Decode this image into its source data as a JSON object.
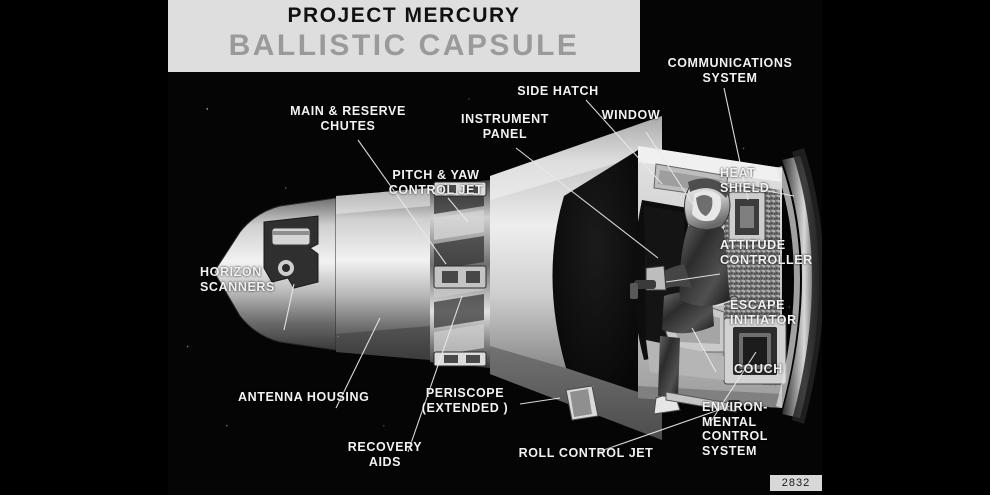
{
  "image": {
    "title_line1": "PROJECT MERCURY",
    "title_line2": "BALLISTIC CAPSULE",
    "negative_number": "2832",
    "background_color": "#000000",
    "banner_color": "#dedede",
    "label_color": "#f2f2f2",
    "title_line2_color": "#9a9a9a"
  },
  "callouts": [
    {
      "id": "main-reserve-chutes",
      "text": "MAIN & RESERVE\nCHUTES"
    },
    {
      "id": "pitch-yaw-control-jet",
      "text": "PITCH & YAW\nCONTROL JET"
    },
    {
      "id": "instrument-panel",
      "text": "INSTRUMENT\nPANEL"
    },
    {
      "id": "side-hatch",
      "text": "SIDE HATCH"
    },
    {
      "id": "window",
      "text": "WINDOW"
    },
    {
      "id": "communications-system",
      "text": "COMMUNICATIONS\nSYSTEM"
    },
    {
      "id": "heat-shield",
      "text": "HEAT\nSHIELD"
    },
    {
      "id": "attitude-controller",
      "text": "ATTITUDE\nCONTROLLER"
    },
    {
      "id": "escape-initiator",
      "text": "ESCAPE\nINITIATOR"
    },
    {
      "id": "couch",
      "text": "COUCH"
    },
    {
      "id": "environmental-control-system",
      "text": "ENVIRON-\nMENTAL\nCONTROL\nSYSTEM"
    },
    {
      "id": "roll-control-jet",
      "text": "ROLL CONTROL JET"
    },
    {
      "id": "periscope-extended",
      "text": "PERISCOPE\n(EXTENDED )"
    },
    {
      "id": "recovery-aids",
      "text": "RECOVERY\nAIDS"
    },
    {
      "id": "antenna-housing",
      "text": "ANTENNA HOUSING"
    },
    {
      "id": "horizon-scanners",
      "text": "HORIZON\nSCANNERS"
    }
  ]
}
